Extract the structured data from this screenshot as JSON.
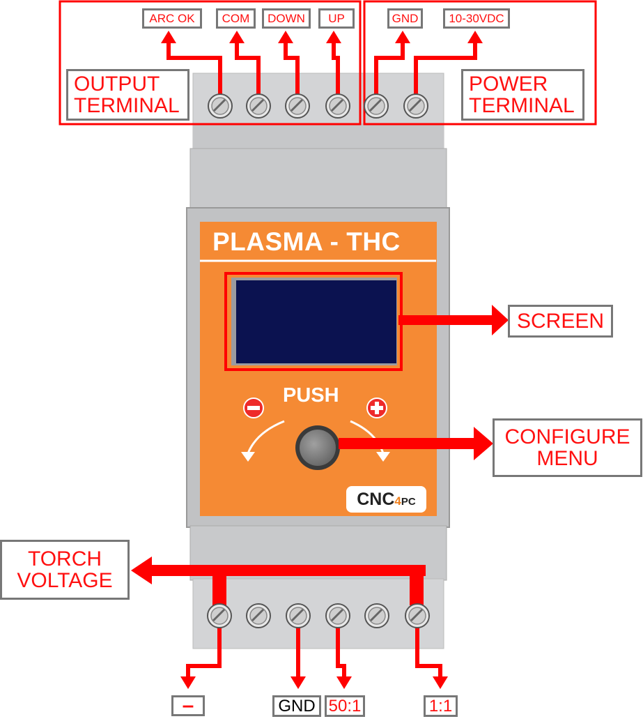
{
  "device": {
    "title": "PLASMA - THC",
    "knob_label": "PUSH",
    "logo": {
      "part1": "CNC",
      "part2": "4",
      "part3": "PC"
    }
  },
  "top_terminals": {
    "output_group_label": "OUTPUT TERMINAL",
    "power_group_label": "POWER TERMINAL",
    "pins": [
      "ARC OK",
      "COM",
      "DOWN",
      "UP",
      "GND",
      "10-30VDC"
    ]
  },
  "callouts": {
    "screen": "SCREEN",
    "configure": "CONFIGURE MENU",
    "torch_voltage": "TORCH VOLTAGE"
  },
  "bottom_terminals": {
    "pins": [
      "–",
      "GND",
      "50:1",
      "1:1"
    ]
  },
  "colors": {
    "housing_gray": "#d0d1d3",
    "panel_orange": "#f58a34",
    "screen_navy": "#0b1250",
    "annotation_red": "#ff0000",
    "label_border_gray": "#777777"
  }
}
